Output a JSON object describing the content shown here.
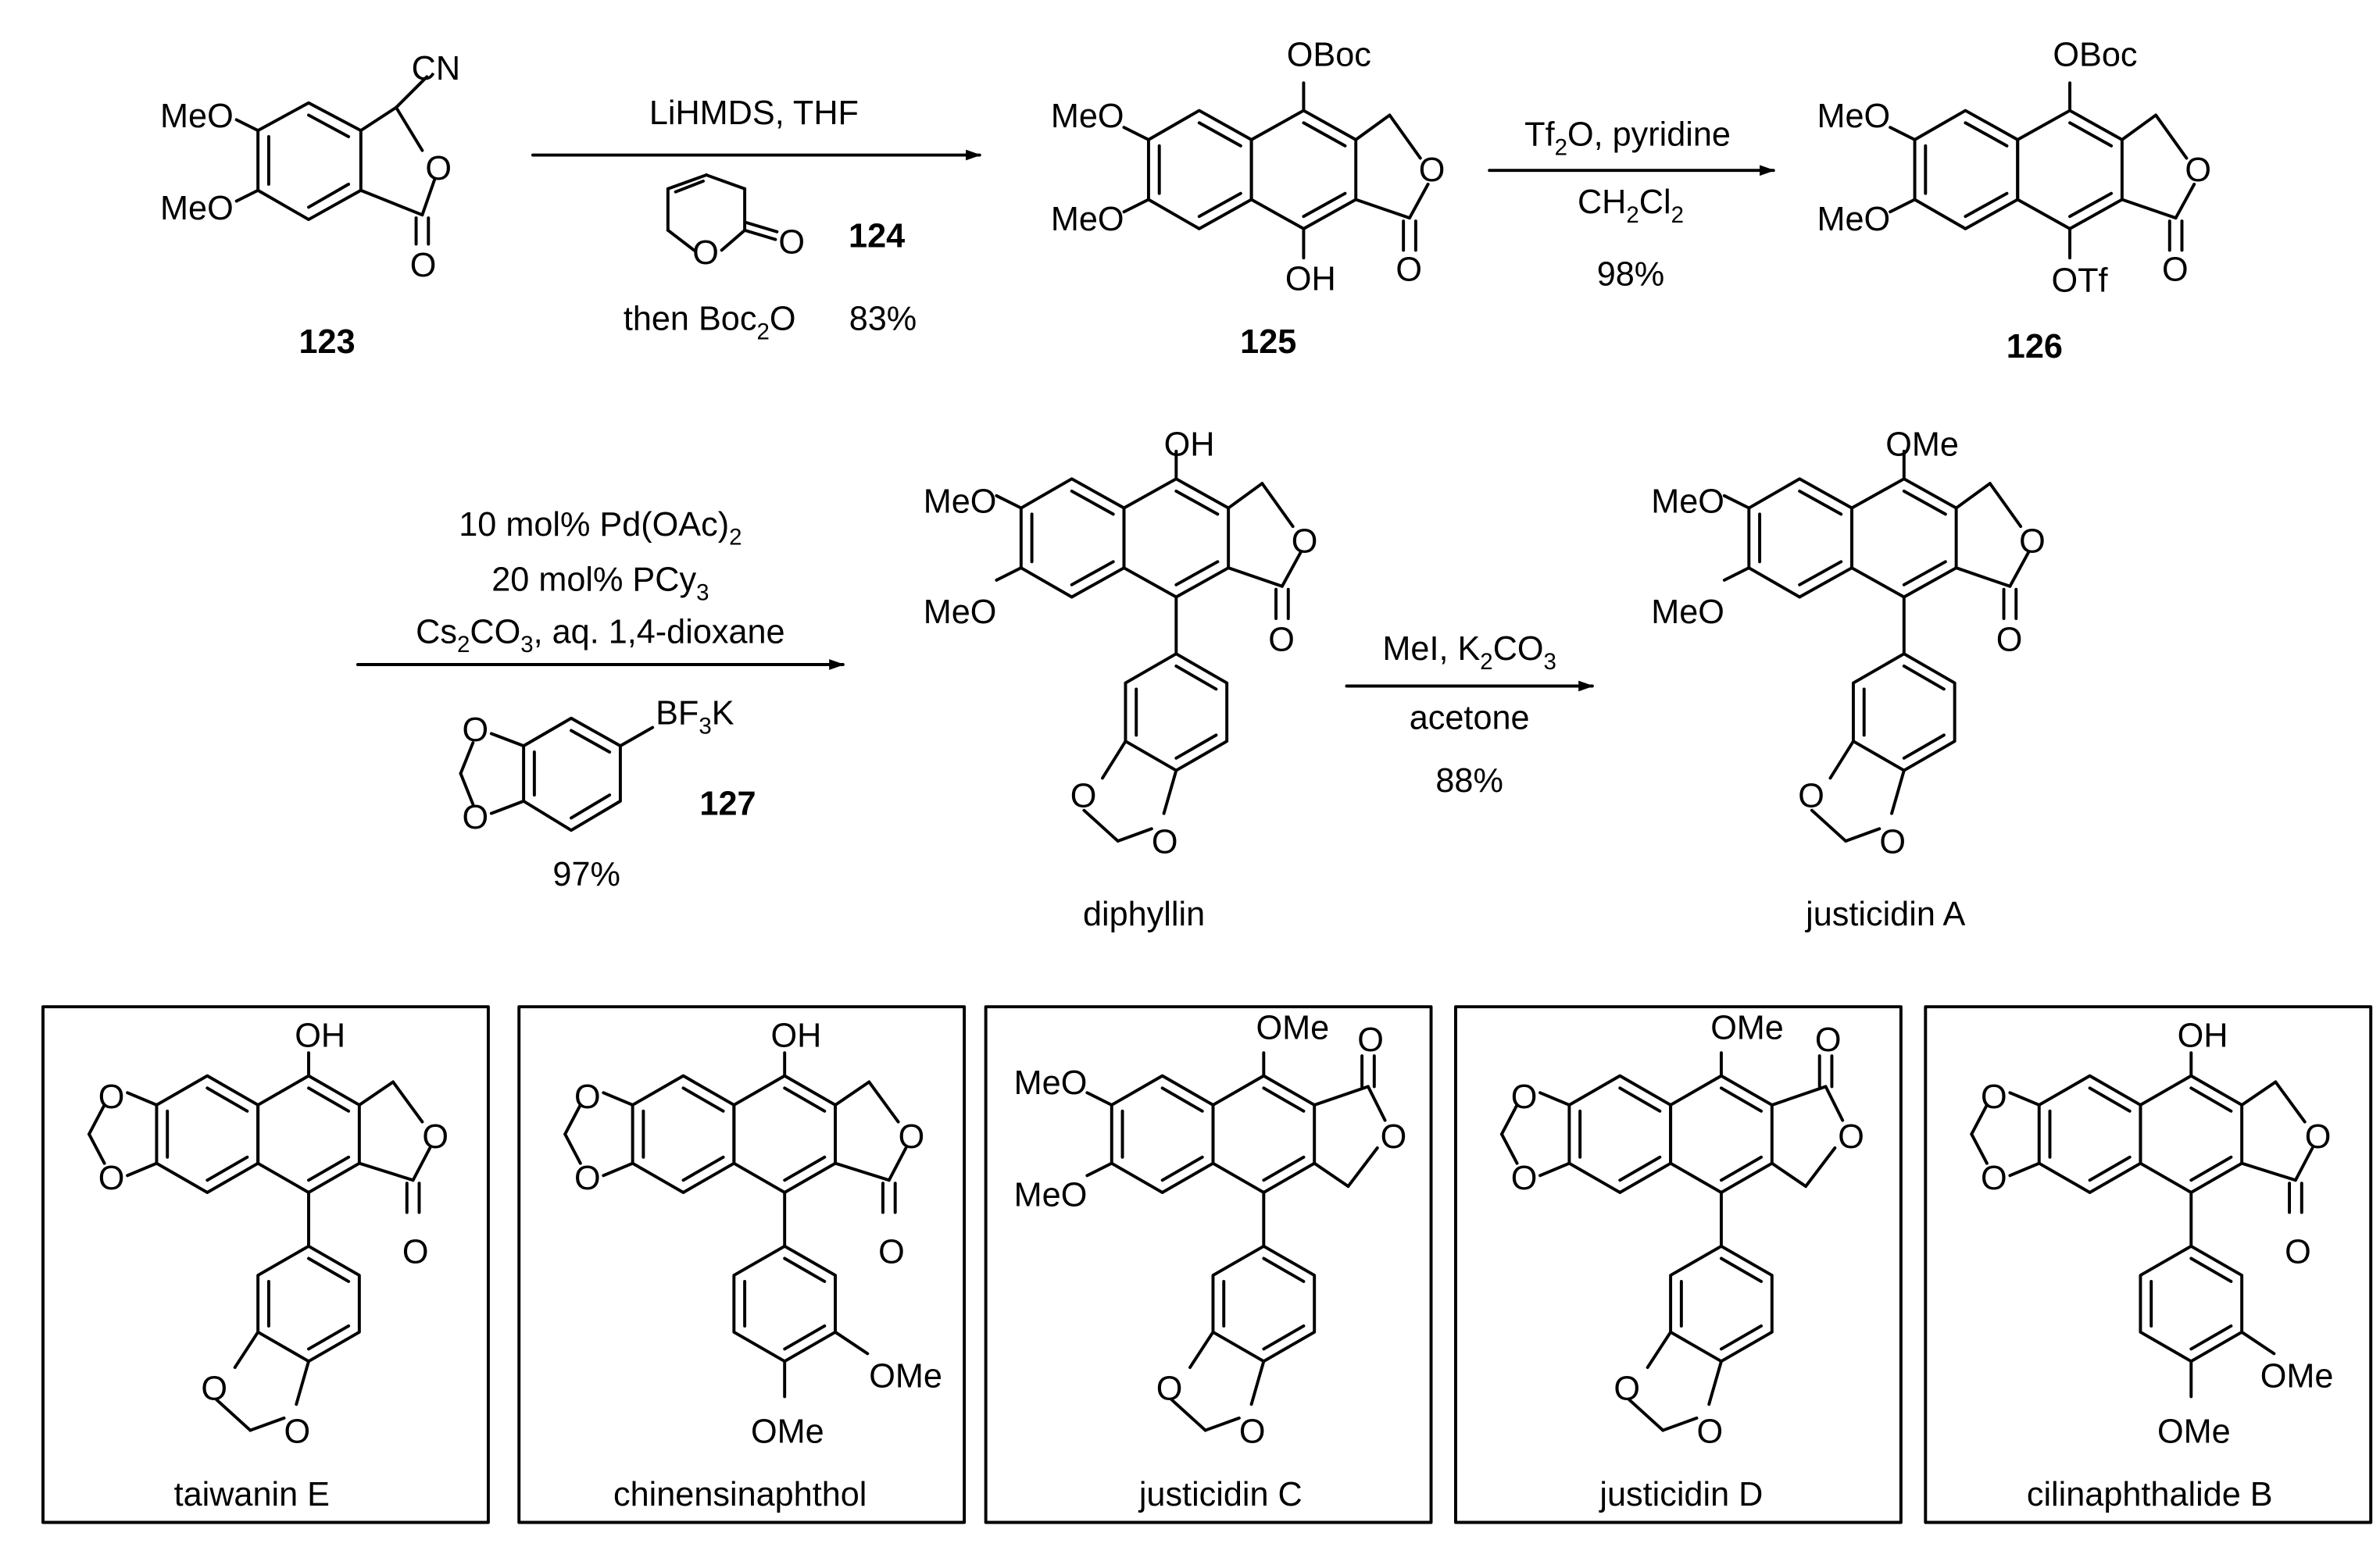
{
  "compounds": {
    "c123": {
      "number": "123",
      "substituents": {
        "cn": "CN",
        "meo1": "MeO",
        "meo2": "MeO",
        "o_ring": "O",
        "o_keto": "O"
      }
    },
    "c125": {
      "number": "125",
      "substituents": {
        "oboc": "OBoc",
        "meo1": "MeO",
        "meo2": "MeO",
        "oh": "OH",
        "o_ring": "O",
        "o_keto": "O"
      }
    },
    "c126": {
      "number": "126",
      "substituents": {
        "oboc": "OBoc",
        "meo1": "MeO",
        "meo2": "MeO",
        "otf": "OTf",
        "o_ring": "O",
        "o_keto": "O"
      }
    },
    "diphyllin": {
      "name": "diphyllin",
      "substituents": {
        "oh": "OH",
        "meo1": "MeO",
        "meo2": "MeO",
        "o_ring": "O",
        "o_keto": "O",
        "o_md1": "O",
        "o_md2": "O"
      }
    },
    "justicidinA": {
      "name": "justicidin A",
      "substituents": {
        "ome": "OMe",
        "meo1": "MeO",
        "meo2": "MeO",
        "o_ring": "O",
        "o_keto": "O",
        "o_md1": "O",
        "o_md2": "O"
      }
    }
  },
  "reactions": {
    "step1": {
      "reagent": "LiHMDS, THF",
      "sub_reagent_number": "124",
      "sub_reagent_o_ring": "O",
      "sub_reagent_o_keto": "O",
      "followup": "then Boc",
      "followup_sub": "2",
      "followup_tail": "O",
      "yield": "83%"
    },
    "step2": {
      "line1_pre": "Tf",
      "line1_sub": "2",
      "line1_post": "O, pyridine",
      "line2_pre": "CH",
      "line2_sub1": "2",
      "line2_mid": "Cl",
      "line2_sub2": "2",
      "yield": "98%"
    },
    "step3": {
      "line1_pre": "10 mol% Pd(OAc)",
      "line1_sub": "2",
      "line2_pre": "20 mol% PCy",
      "line2_sub": "3",
      "line3_a": "Cs",
      "line3_sub1": "2",
      "line3_b": "CO",
      "line3_sub2": "3",
      "line3_c": ", aq. 1,4-dioxane",
      "boronate_pre": "BF",
      "boronate_sub": "3",
      "boronate_post": "K",
      "boronate_o1": "O",
      "boronate_o2": "O",
      "boronate_number": "127",
      "yield": "97%"
    },
    "step4": {
      "line1_pre": "MeI, K",
      "line1_sub1": "2",
      "line1_mid": "CO",
      "line1_sub2": "3",
      "line2": "acetone",
      "yield": "88%"
    }
  },
  "natural_products": [
    {
      "name": "taiwanin E",
      "top": "OH",
      "ring_o": "O",
      "keto": "O",
      "md_o1": "O",
      "md_o2": "O",
      "ar_o1": "O",
      "ar_o2": "O"
    },
    {
      "name": "chinensinaphthol",
      "top": "OH",
      "ring_o": "O",
      "keto": "O",
      "md_o1": "O",
      "md_o2": "O",
      "ar_ome1": "OMe",
      "ar_ome2": "OMe"
    },
    {
      "name": "justicidin C",
      "top": "OMe",
      "ring_o": "O",
      "keto": "O",
      "meo1": "MeO",
      "meo2": "MeO",
      "ar_o1": "O",
      "ar_o2": "O"
    },
    {
      "name": "justicidin D",
      "top": "OMe",
      "ring_o": "O",
      "keto": "O",
      "md_o1": "O",
      "md_o2": "O",
      "ar_o1": "O",
      "ar_o2": "O"
    },
    {
      "name": "cilinaphthalide B",
      "top": "OH",
      "ring_o": "O",
      "keto": "O",
      "md_o1": "O",
      "md_o2": "O",
      "ar_ome1": "OMe",
      "ar_ome2": "OMe"
    }
  ]
}
